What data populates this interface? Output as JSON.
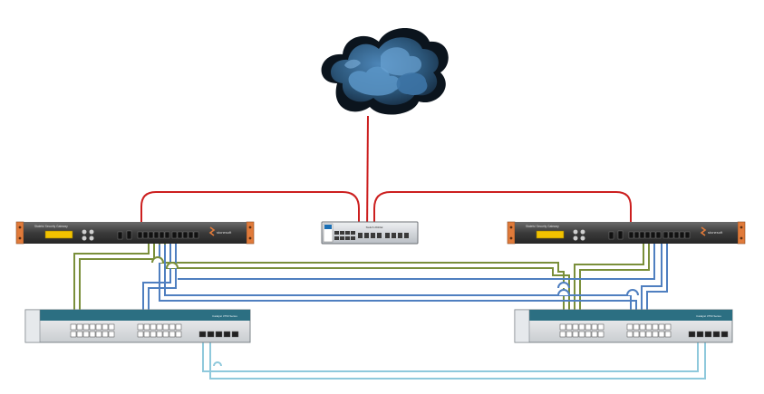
{
  "devices": {
    "internet": {
      "icon": "cloud-icon"
    },
    "firewall_left": {
      "name_label": "Stateful Security Gateway",
      "brand": "stonesoft"
    },
    "firewall_right": {
      "name_label": "Stateful Security Gateway",
      "brand": "stonesoft"
    },
    "core_switch": {
      "name_label": "Switch 2910al"
    },
    "access_switch_left": {
      "name_label": "Catalyst 3750 Series"
    },
    "access_switch_right": {
      "name_label": "Catalyst 3750 Series"
    }
  },
  "colors": {
    "wan_link": "#cc1f1f",
    "uplink_green": "#7a8f3a",
    "uplink_blue": "#4f7fc0",
    "stack_link": "#8fc9dc",
    "firewall_orange": "#e07a3a",
    "firewall_body": "#4a4a4a",
    "switch_teal": "#2c6f82",
    "cloud_dark": "#0e1822",
    "cloud_blue": "#3a6d9a"
  }
}
